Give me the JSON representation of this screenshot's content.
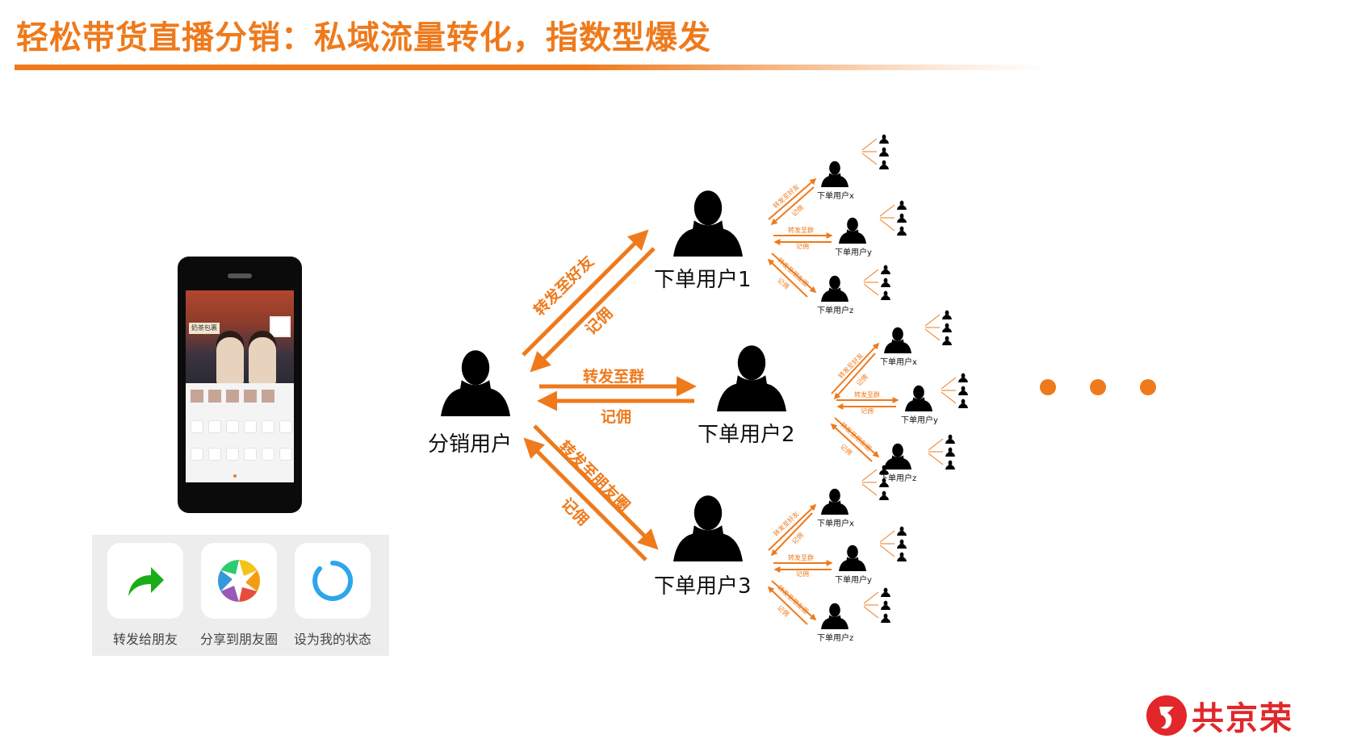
{
  "title": "轻松带货直播分销：私域流量转化，指数型爆发",
  "phone": {
    "sign_text": "奶茶包裹"
  },
  "share_panel": {
    "items": [
      {
        "label": "转发给朋友",
        "icon": "forward-arrow-icon",
        "color": "#1aad19"
      },
      {
        "label": "分享到朋友圈",
        "icon": "moments-aperture-icon",
        "color": "#f39c12"
      },
      {
        "label": "设为我的状态",
        "icon": "status-ring-icon",
        "color": "#2da5ec"
      }
    ]
  },
  "diagram": {
    "center_user": "分销用户",
    "users": [
      "下单用户1",
      "下单用户2",
      "下单用户3"
    ],
    "edges": {
      "to_friend": "转发至好友",
      "to_group": "转发至群",
      "to_moments": "转发至朋友圈",
      "commission": "记佣"
    },
    "sub_users": [
      "下单用户x",
      "下单用户y",
      "下单用户z"
    ],
    "accent_color": "#ee7a1c"
  },
  "brand": {
    "name": "共京荣",
    "color": "#e2262a"
  }
}
